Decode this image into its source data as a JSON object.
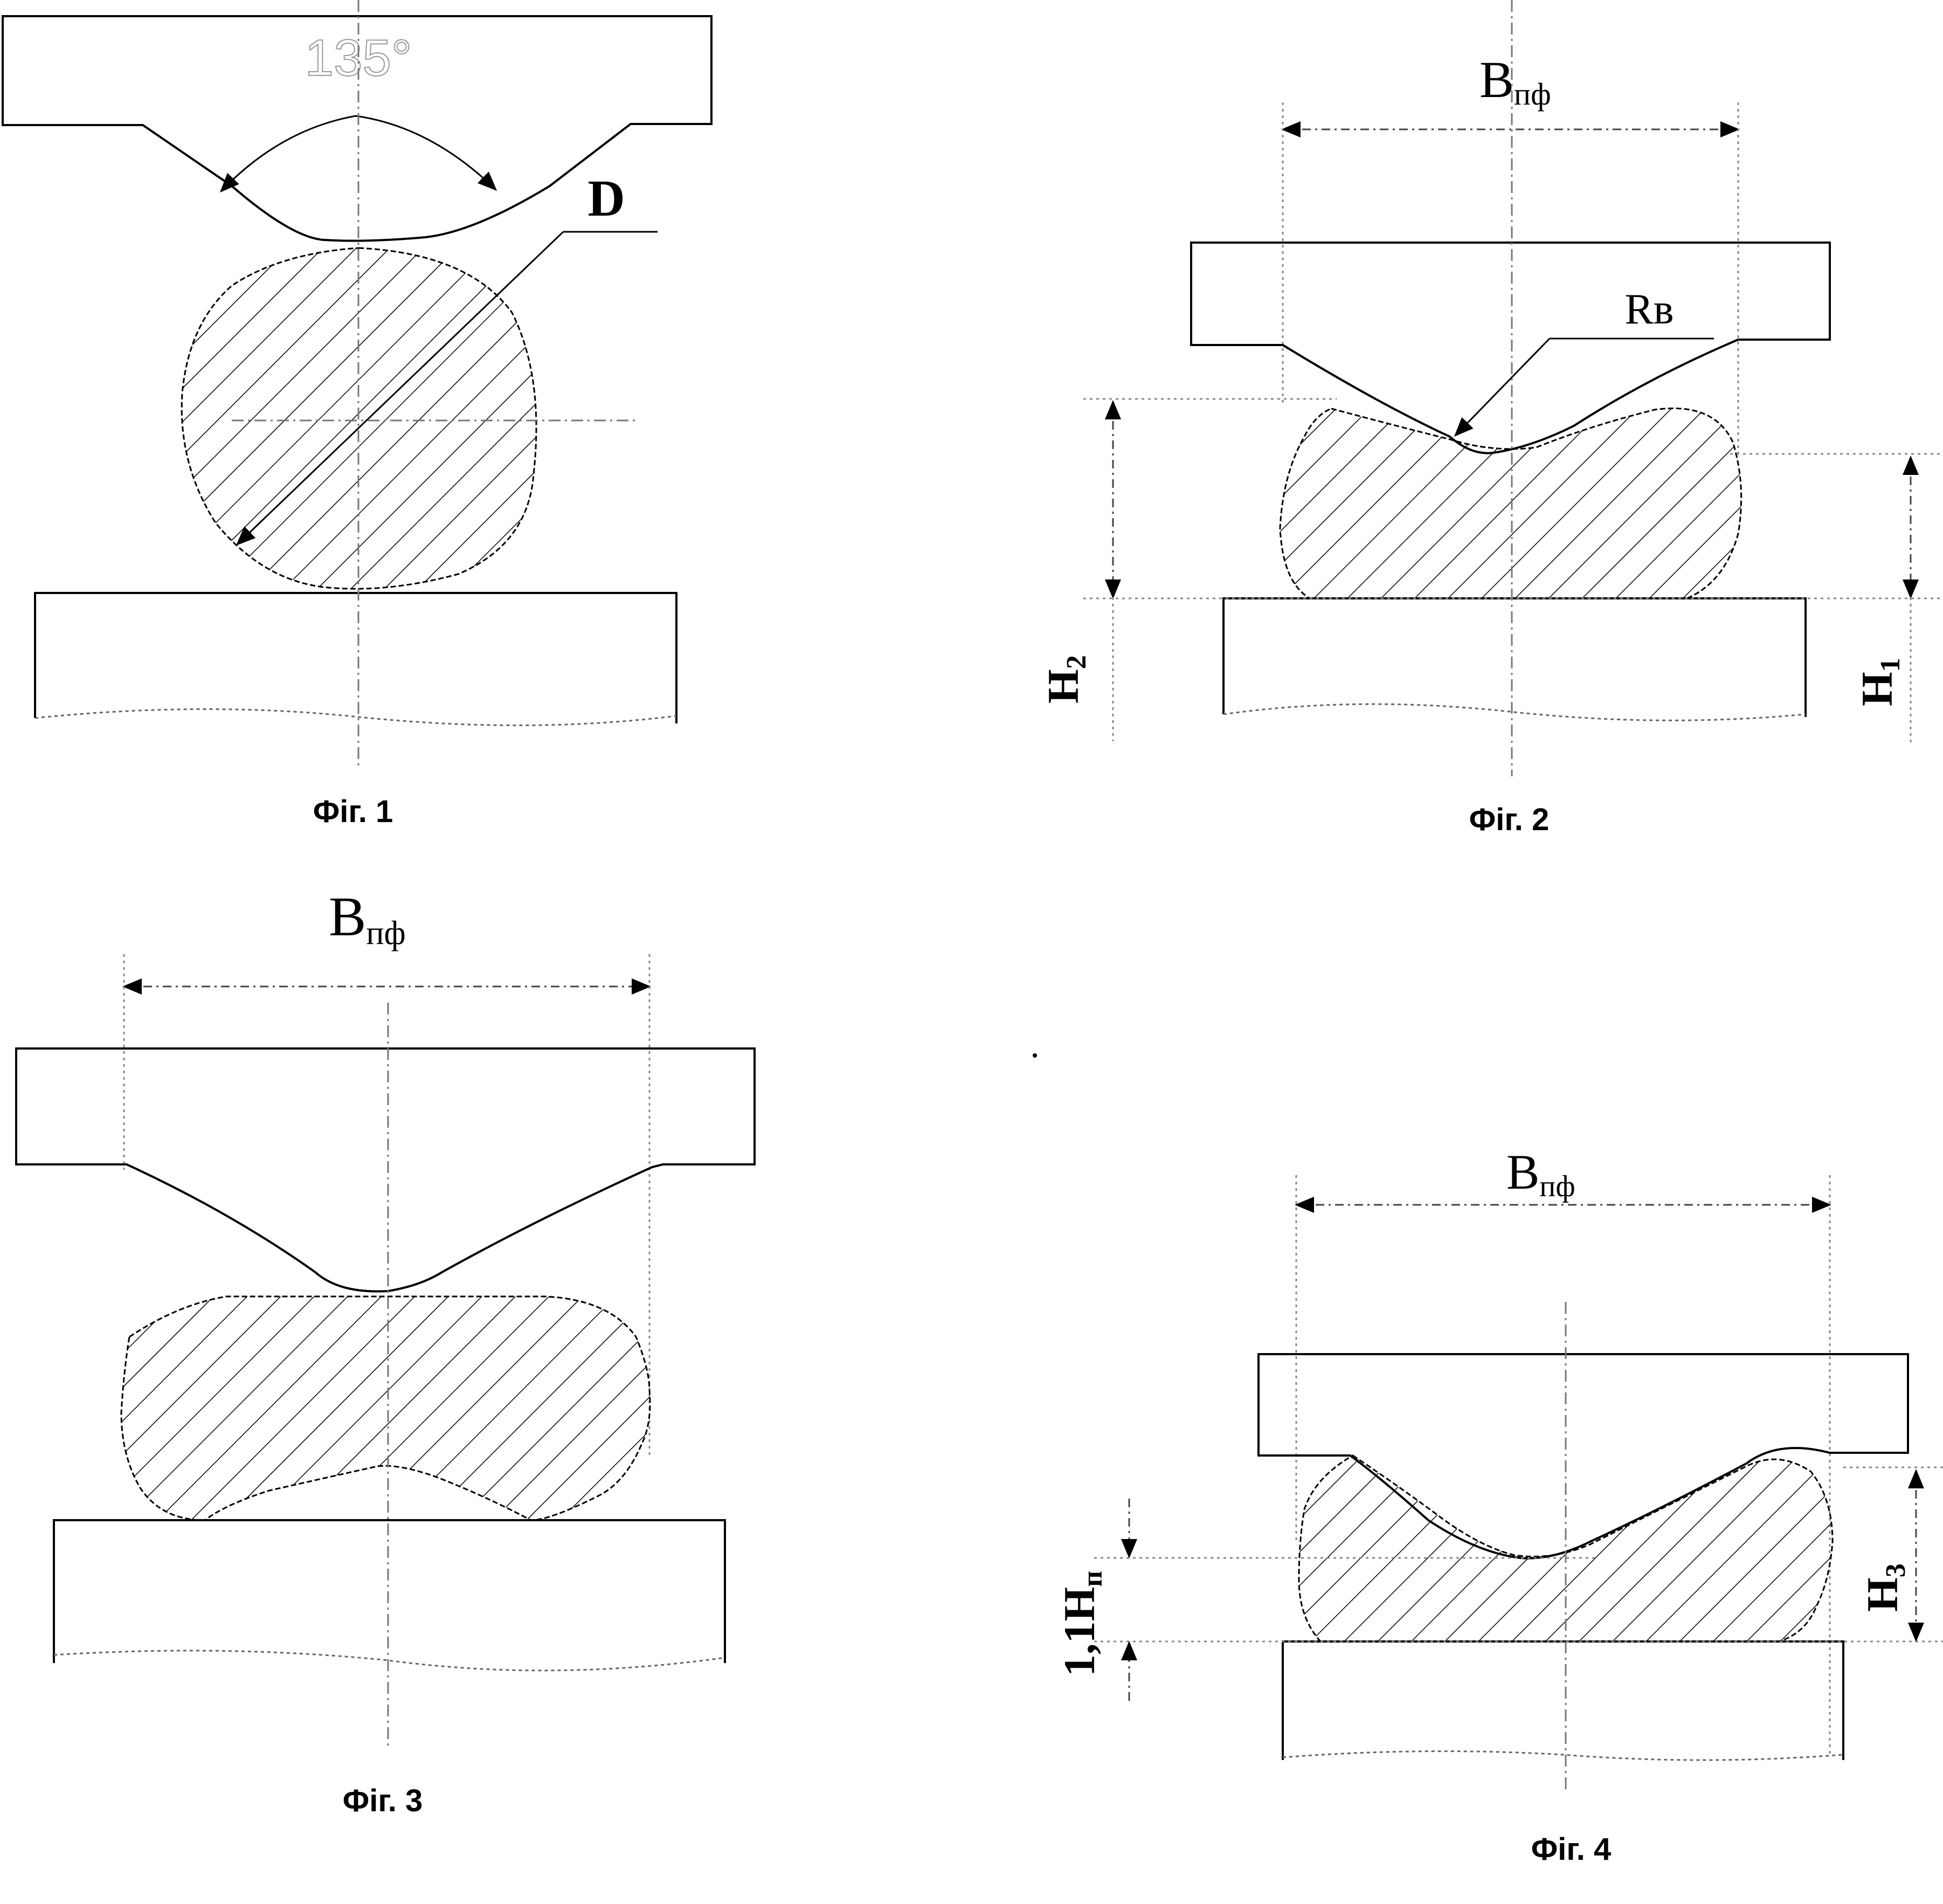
{
  "figures": [
    {
      "caption": "Фіг. 1",
      "angle_label": "135°",
      "diameter_label": "D"
    },
    {
      "caption": "Фіг. 2",
      "width_label": "B",
      "width_sub": "пф",
      "radius_label": "Rв",
      "h2_label": "H",
      "h2_sub": "2",
      "h1_label": "H",
      "h1_sub": "1"
    },
    {
      "caption": "Фіг. 3",
      "width_label": "B",
      "width_sub": "пф"
    },
    {
      "caption": "Фіг. 4",
      "width_label": "B",
      "width_sub": "пф",
      "h_label": "1,1H",
      "h_sub": "п",
      "h3_label": "H",
      "h3_sub": "3"
    }
  ]
}
